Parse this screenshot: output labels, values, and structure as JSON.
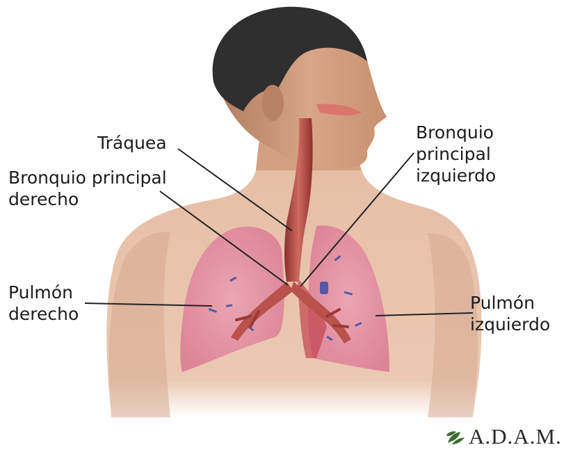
{
  "labels": {
    "trachea": "Tráquea",
    "right_bronchus_line1": "Bronquio principal",
    "right_bronchus_line2": "derecho",
    "left_bronchus_line1": "Bronquio",
    "left_bronchus_line2": "principal",
    "left_bronchus_line3": "izquierdo",
    "right_lung_line1": "Pulmón",
    "right_lung_line2": "derecho",
    "left_lung_line1": "Pulmón",
    "left_lung_line2": "izquierdo"
  },
  "logo": {
    "text": "A.D.A.M.",
    "icon": "leaf-icon"
  },
  "colors": {
    "skin": "#e8c3ab",
    "skin_shadow": "#c9957b",
    "face_skin": "#d9a688",
    "hair": "#2f2f2f",
    "lung": "#e59aa8",
    "trachea": "#b9524c",
    "vein": "#2d4aa8",
    "line": "#222222",
    "logo_green": "#3d6b33"
  }
}
